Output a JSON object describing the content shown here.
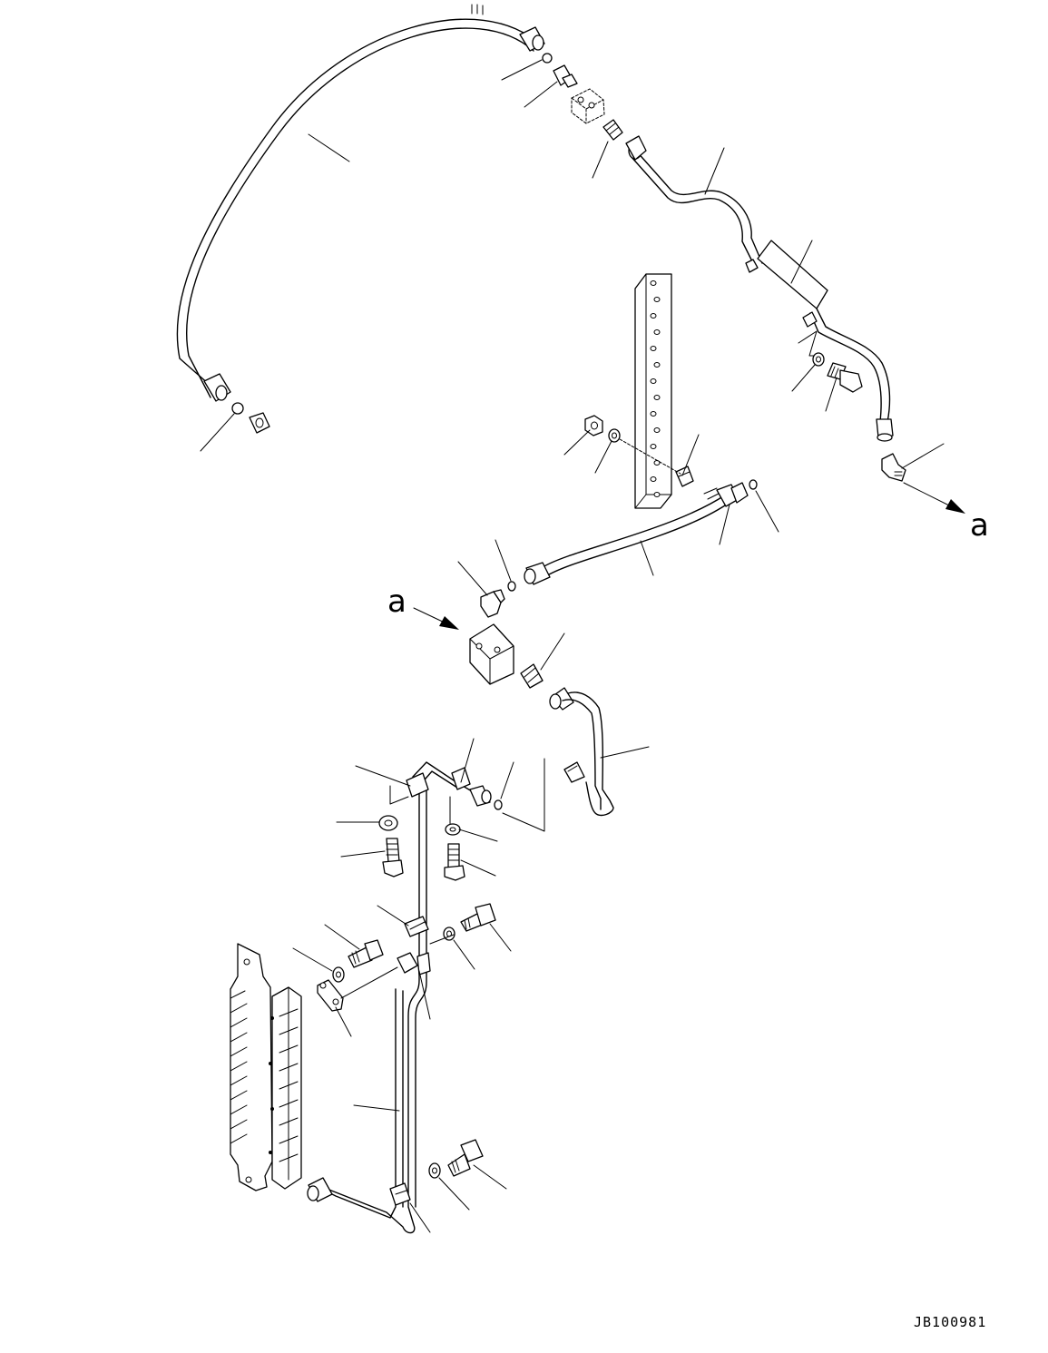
{
  "diagram": {
    "view_marker_label": "a",
    "view_marker_target": "a",
    "drawing_code": "JB100981"
  }
}
